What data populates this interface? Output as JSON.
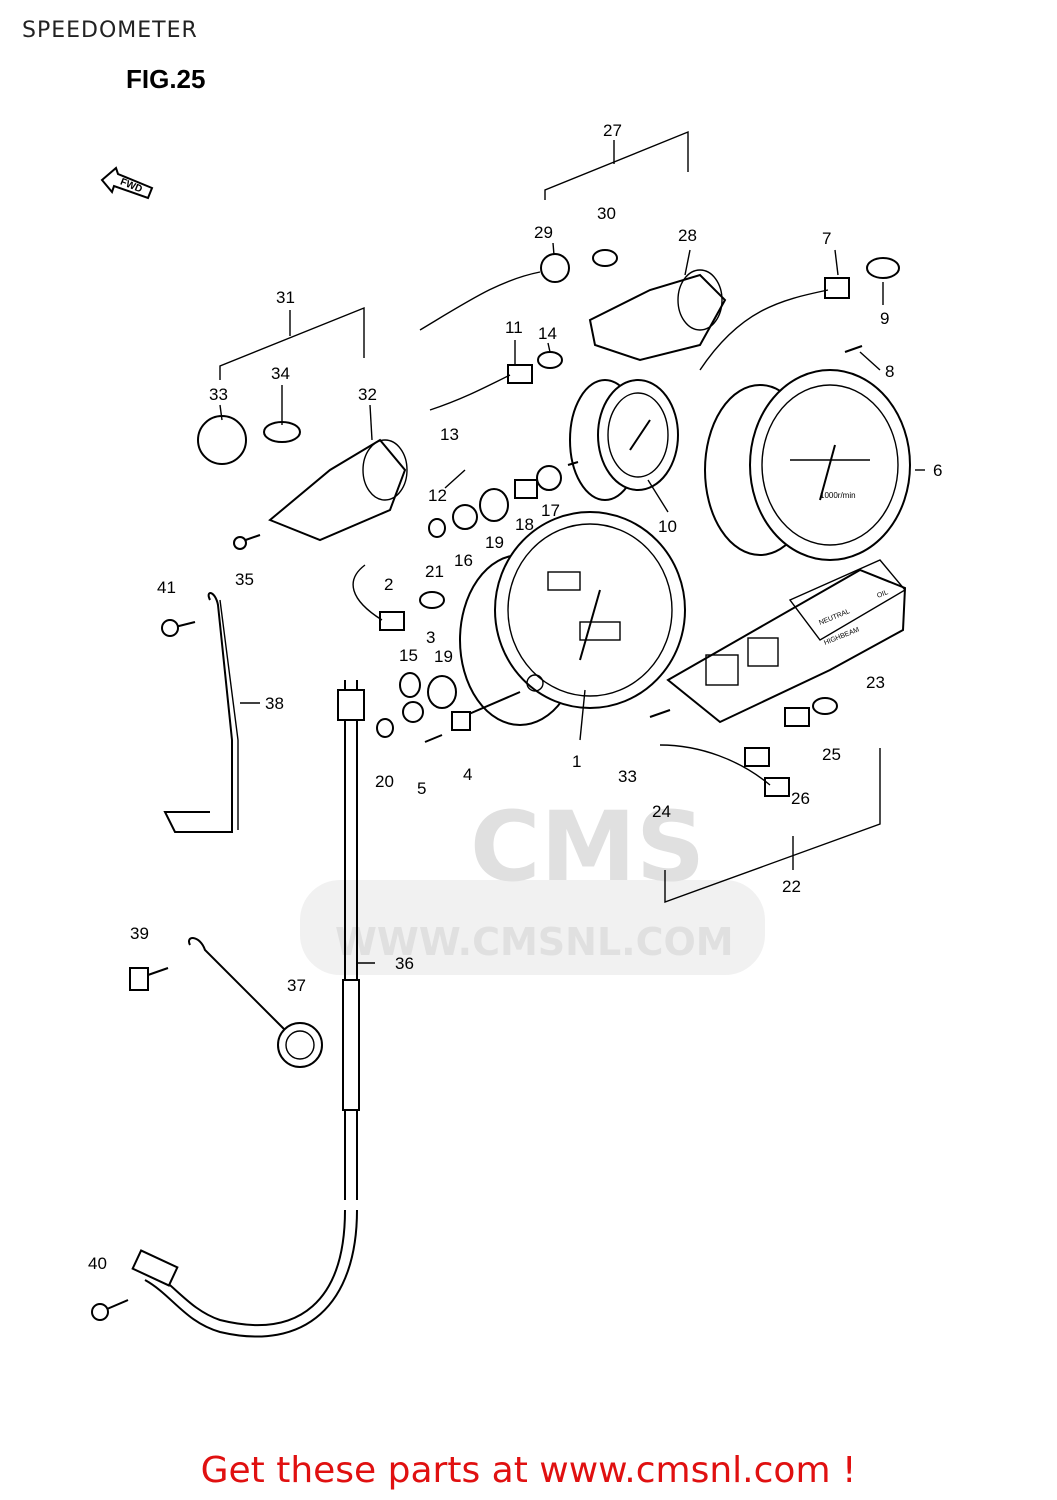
{
  "title": "SPEEDOMETER",
  "figure_label": "FIG.25",
  "direction_marker": "FWD",
  "watermark": {
    "logo": "CMS",
    "url": "WWW.CMSNL.COM"
  },
  "gauge_text": {
    "dial_unit": "1000r/min",
    "indicator_left": "NEUTRAL",
    "indicator_right": "OIL",
    "indicator_sub": "HIGHBEAM"
  },
  "promo": "Get these parts at www.cmsnl.com !",
  "callouts": [
    "1",
    "2",
    "3",
    "4",
    "5",
    "6",
    "7",
    "8",
    "9",
    "10",
    "11",
    "12",
    "13",
    "14",
    "15",
    "16",
    "17",
    "18",
    "19",
    "19",
    "20",
    "21",
    "22",
    "23",
    "24",
    "25",
    "26",
    "27",
    "28",
    "29",
    "30",
    "31",
    "32",
    "33",
    "33",
    "34",
    "35",
    "36",
    "37",
    "38",
    "39",
    "40",
    "41"
  ],
  "colors": {
    "line": "#000000",
    "promo": "#e01010",
    "watermark": "#e0e0e0"
  }
}
